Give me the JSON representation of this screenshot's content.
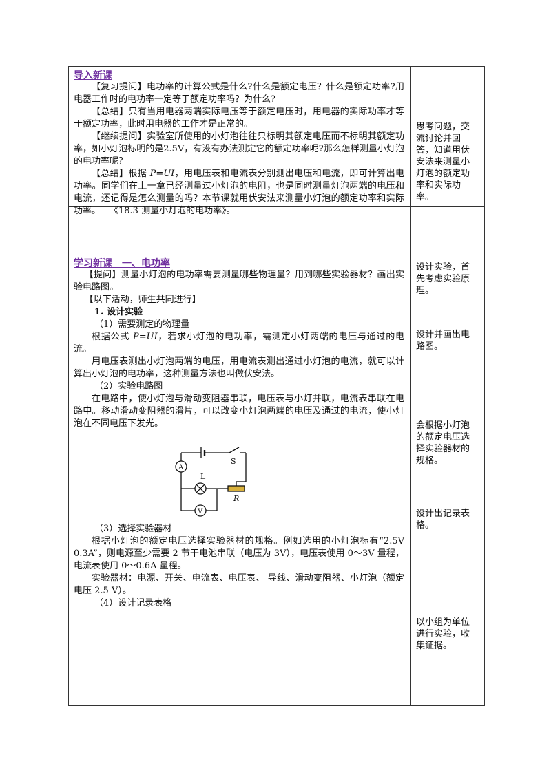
{
  "intro": {
    "heading": "导入新课",
    "p1": "【复习提问】电功率的计算公式是什么?什么是额定电压？什么是额定功率?用电器工作时的电功率一定等于额定功率吗？为什么?",
    "p2": "【总结】只有当用电器两端实际电压等于额定电压时，用电器的实际功率才等于额定功率，此时用电器的工作才是正常的。",
    "p3": "【继续提问】实验室所使用的小灯泡往往只标明其额定电压而不标明其额定功率，如小灯泡标明的是2.5V，有没有办法测定它的额定功率呢?那么怎样测量小灯泡的电功率呢？",
    "p4_a": "【总结】根据 ",
    "p4_formula": "P=UI",
    "p4_b": "，用电压表和电流表分别测出电压和电流，即可计算出电功率。同学们在上一章已经测量过小灯泡的电阻，也是同时测量灯泡两端的电压和电流，还记得是怎么测量的吗？本节课就用伏安法来测量小灯泡的额定功率和实际功率。—《18.3 测量小灯泡的电功率》。",
    "side": "思考问题，交流讨论并回答，知道用伏安法来测量小灯泡的额定功率和实际功率。"
  },
  "lesson": {
    "heading": "学习新课　一、电功率",
    "q": "【提问】测量小灯泡的电功率需要测量哪些物理量？用到哪些实验器材？画出实验电路图。",
    "activity": "【以下活动，师生共同进行】",
    "s1": "1. 设计实验",
    "s1_1": "（1）需要测定的物理量",
    "s1_1_p_a": "根据公式 ",
    "s1_1_p_formula": "P=UI",
    "s1_1_p_b": "，若求小灯泡的电功率，需测定小灯两端的电压与通过的电流。",
    "s1_1_p2": "用电压表测出小灯泡两端的电压，用电流表测出通过小灯泡的电流，就可以计算出小灯泡的电功率，这种测量方法也叫做伏安法。",
    "s1_2": "（2）实验电路图",
    "s1_2_p": "在电路中，使小灯泡与滑动变阻器串联，电压表与小灯并联，电流表串联在电路中。移动滑动变阻器的滑片，可以改变小灯泡两端的电压及通过的电流，使小灯泡在不同电压下发光。",
    "s1_3": "（3）选择实验器材",
    "s1_3_p": "根据小灯泡的额定电压选择实验器材的规格。例如选用的小灯泡标有“2.5V 0.3A”，则电源至少需要 2 节干电池串联（电压为 3V），电压表使用 0～3V 量程，电流表使用 0～0.6A 量程。",
    "s1_3_p2": "实验器材：电源、开关、电流表、电压表、 导线、滑动变阻器、小灯泡（额定电压 2.5 V）。",
    "s1_4": "（4）设计记录表格",
    "side1": "设计实验，首先考虑实验原理。",
    "side2": "设计并画出电路图。",
    "side3": "会根据小灯泡的额定电压选择实验器材的规格。",
    "side4": "设计出记录表格。",
    "side5": "以小组为单位进行实验，收集证据。"
  },
  "circuit": {
    "switch_label": "S",
    "lamp_label": "L",
    "rheostat_label": "R",
    "ammeter_label": "A",
    "voltmeter_label": "V"
  }
}
